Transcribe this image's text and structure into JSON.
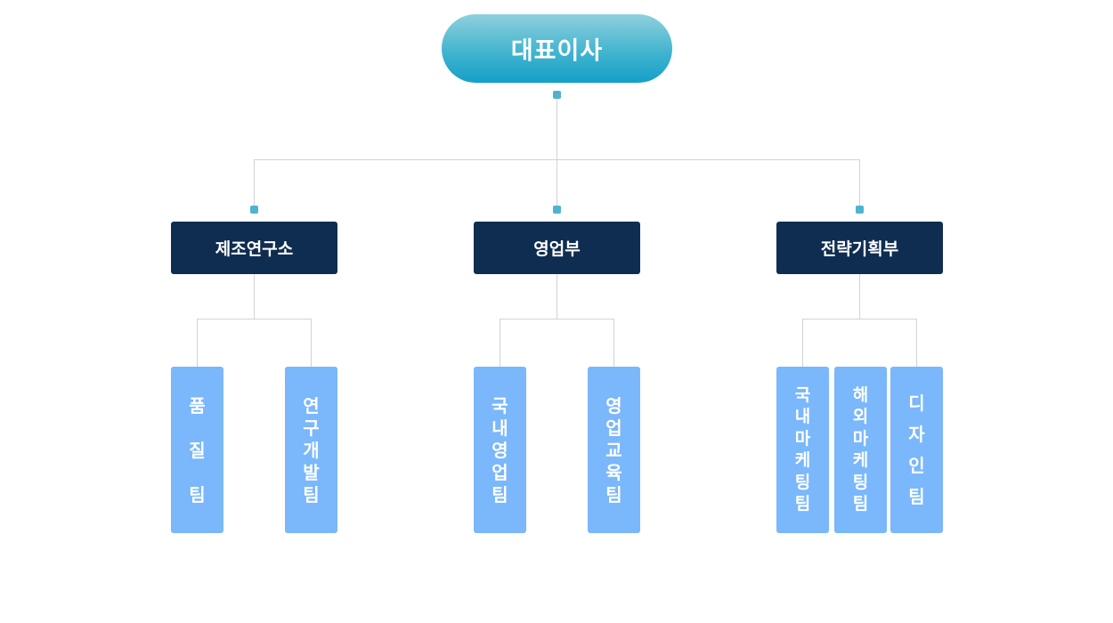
{
  "ceo": {
    "label": "대표이사"
  },
  "departments": [
    {
      "label": "제조연구소"
    },
    {
      "label": "영업부"
    },
    {
      "label": "전략기획부"
    }
  ],
  "teams": [
    {
      "label": "품질팀"
    },
    {
      "label": "연구개발팀"
    },
    {
      "label": "국내영업팀"
    },
    {
      "label": "영업교육팀"
    },
    {
      "label": "국내마케팅팀"
    },
    {
      "label": "해외마케팅팀"
    },
    {
      "label": "디자인팀"
    }
  ],
  "colors": {
    "ceo_gradient_top": "#8fd0de",
    "ceo_gradient_bottom": "#14a0c8",
    "department_bg": "#0f2d50",
    "team_bg": "#7ab7fb",
    "connector": "#d0d3d8",
    "dot": "#4fb3cf"
  }
}
